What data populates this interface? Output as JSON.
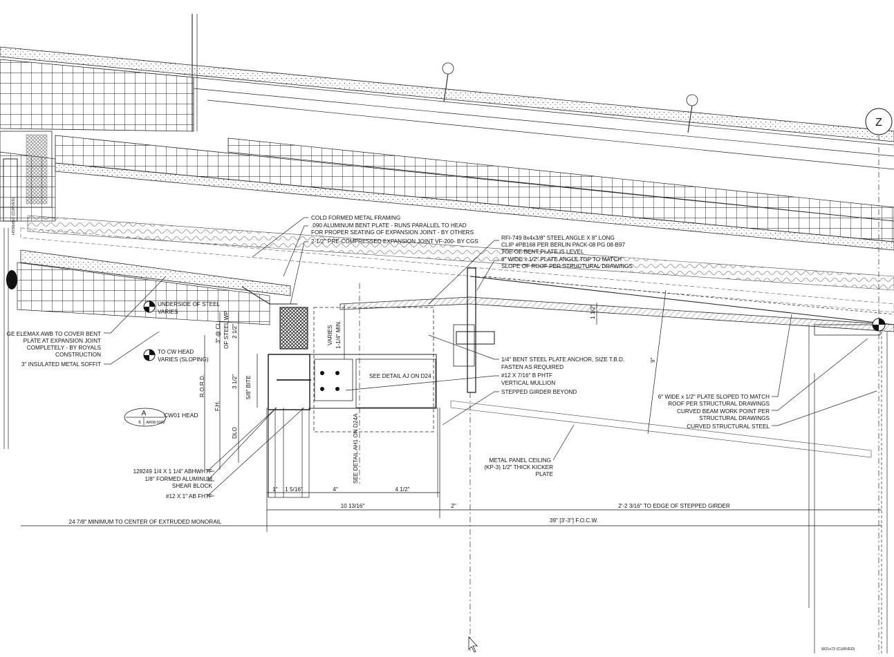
{
  "gridline": {
    "label": "Z"
  },
  "notes": {
    "cold_formed": "COLD FORMED METAL FRAMING",
    "aluminum_plate_1": ".090 ALUMINUM BENT PLATE - RUNS PARALLEL TO HEAD",
    "aluminum_plate_2": "FOR PROPER SEATING OF EXPANSION JOINT - BY OTHERS",
    "expansion_joint": "2-1/2\" PRE-COMPRESSED EXPANSION JOINT VF-200- BY CGS",
    "rfi_1": "RFI-749 8x4x3/8\" STEEL ANGLE X 8\" LONG",
    "rfi_2": "CLIP #PB168 PER BERLIN PACK-08 PG 08-B97",
    "rfi_3": "TOP OF BENT PLATE IS LEVEL",
    "plate_angle_1": "6\" WIDE x 1/2\" PLATE ANGLE TOP TO MATCH",
    "plate_angle_2": "SLOPE OF ROOF PER STRUCTURAL DRAWINGS",
    "underside_steel_1": "UNDERSIDE OF STEEL",
    "underside_steel_2": "VARIES",
    "cw_head_1": "TO CW HEAD",
    "cw_head_2": "VARIES (SLOPING)",
    "elemax_1": "GE ELEMAX AWB TO COVER BENT",
    "elemax_2": "PLATE AT EXPANSION JOINT",
    "elemax_3": "COMPLETELY - BY ROYALS",
    "elemax_4": "CONSTRUCTION",
    "soffit": "3\" INSULATED METAL SOFFIT",
    "bent_steel_1": "1/4\" BENT STEEL PLATE ANCHOR, SIZE T.B.D.",
    "bent_steel_2": "FASTEN AS REQUIRED",
    "bphtf": "#12 X 7/16\" B PHTF",
    "vertical_mullion": "VERTICAL MULLION",
    "stepped_girder": "STEPPED GIRDER BEYOND",
    "plate_sloped_1": "6\" WIDE x 1/2\" PLATE SLOPED TO MATCH",
    "plate_sloped_2": "ROOF PER STRUCTURAL DRAWINGS",
    "beam_wp_1": "CURVED BEAM WORK POINT PER",
    "beam_wp_2": "STRUCTURAL DRAWINGS",
    "curved_steel": "CURVED STRUCTURAL STEEL",
    "see_detail_aj": "SEE DETAIL AJ  ON D24",
    "see_detail_ah1": "SEE DETAIL AH1 ON D24A",
    "metal_panel_1": "METAL PANEL CEILING",
    "metal_panel_2": "(KP-3) 1/2\" THICK KICKER",
    "metal_panel_3": "PLATE",
    "abhwhtf": "128249 1/4 X 1 1/4\" ABHWHTF",
    "shear_block_1": "1/8\" FORMED ALUMINUM",
    "shear_block_2": "SHEAR BLOCK",
    "ab_fhtf": "#12 X 1\" AB FHTF",
    "side_label": "HSS8x6x2 (CURVED)",
    "girder_tag": "W21x73 (CURVED)"
  },
  "detail_tag": {
    "letter": "A",
    "number": "6",
    "sheet": "AR08.0002",
    "title": "CW01 HEAD"
  },
  "vertical_dims": {
    "rord": "R.O.R.D.",
    "fh": "F.H.",
    "dlo": "DLO",
    "cl_steel_1": "3\" @ CL",
    "cl_steel_2": "OF STEEL WP",
    "two_half": "2 1/2\"",
    "three_half": "3 1/2\"",
    "bite": "5/8\" BITE",
    "varies": "VARIES",
    "min": "1-1/4\" MIN.",
    "one_half": "1 1/2\"",
    "nine": "9\""
  },
  "horizontal_dims": {
    "d1": "1\"",
    "d2": "1 5/16\"",
    "d3": "4\"",
    "d4": "4 1/2\"",
    "d5": "10 13/16\"",
    "d6": "2\"",
    "d7": "2'-2 3/16\" TO EDGE OF STEPPED GIRDER",
    "d8": "24 7/8\"  MINIMUM TO CENTER OF EXTRUDED MONORAIL",
    "d9": "39\" [3'-3\"] F.O.C.W."
  }
}
